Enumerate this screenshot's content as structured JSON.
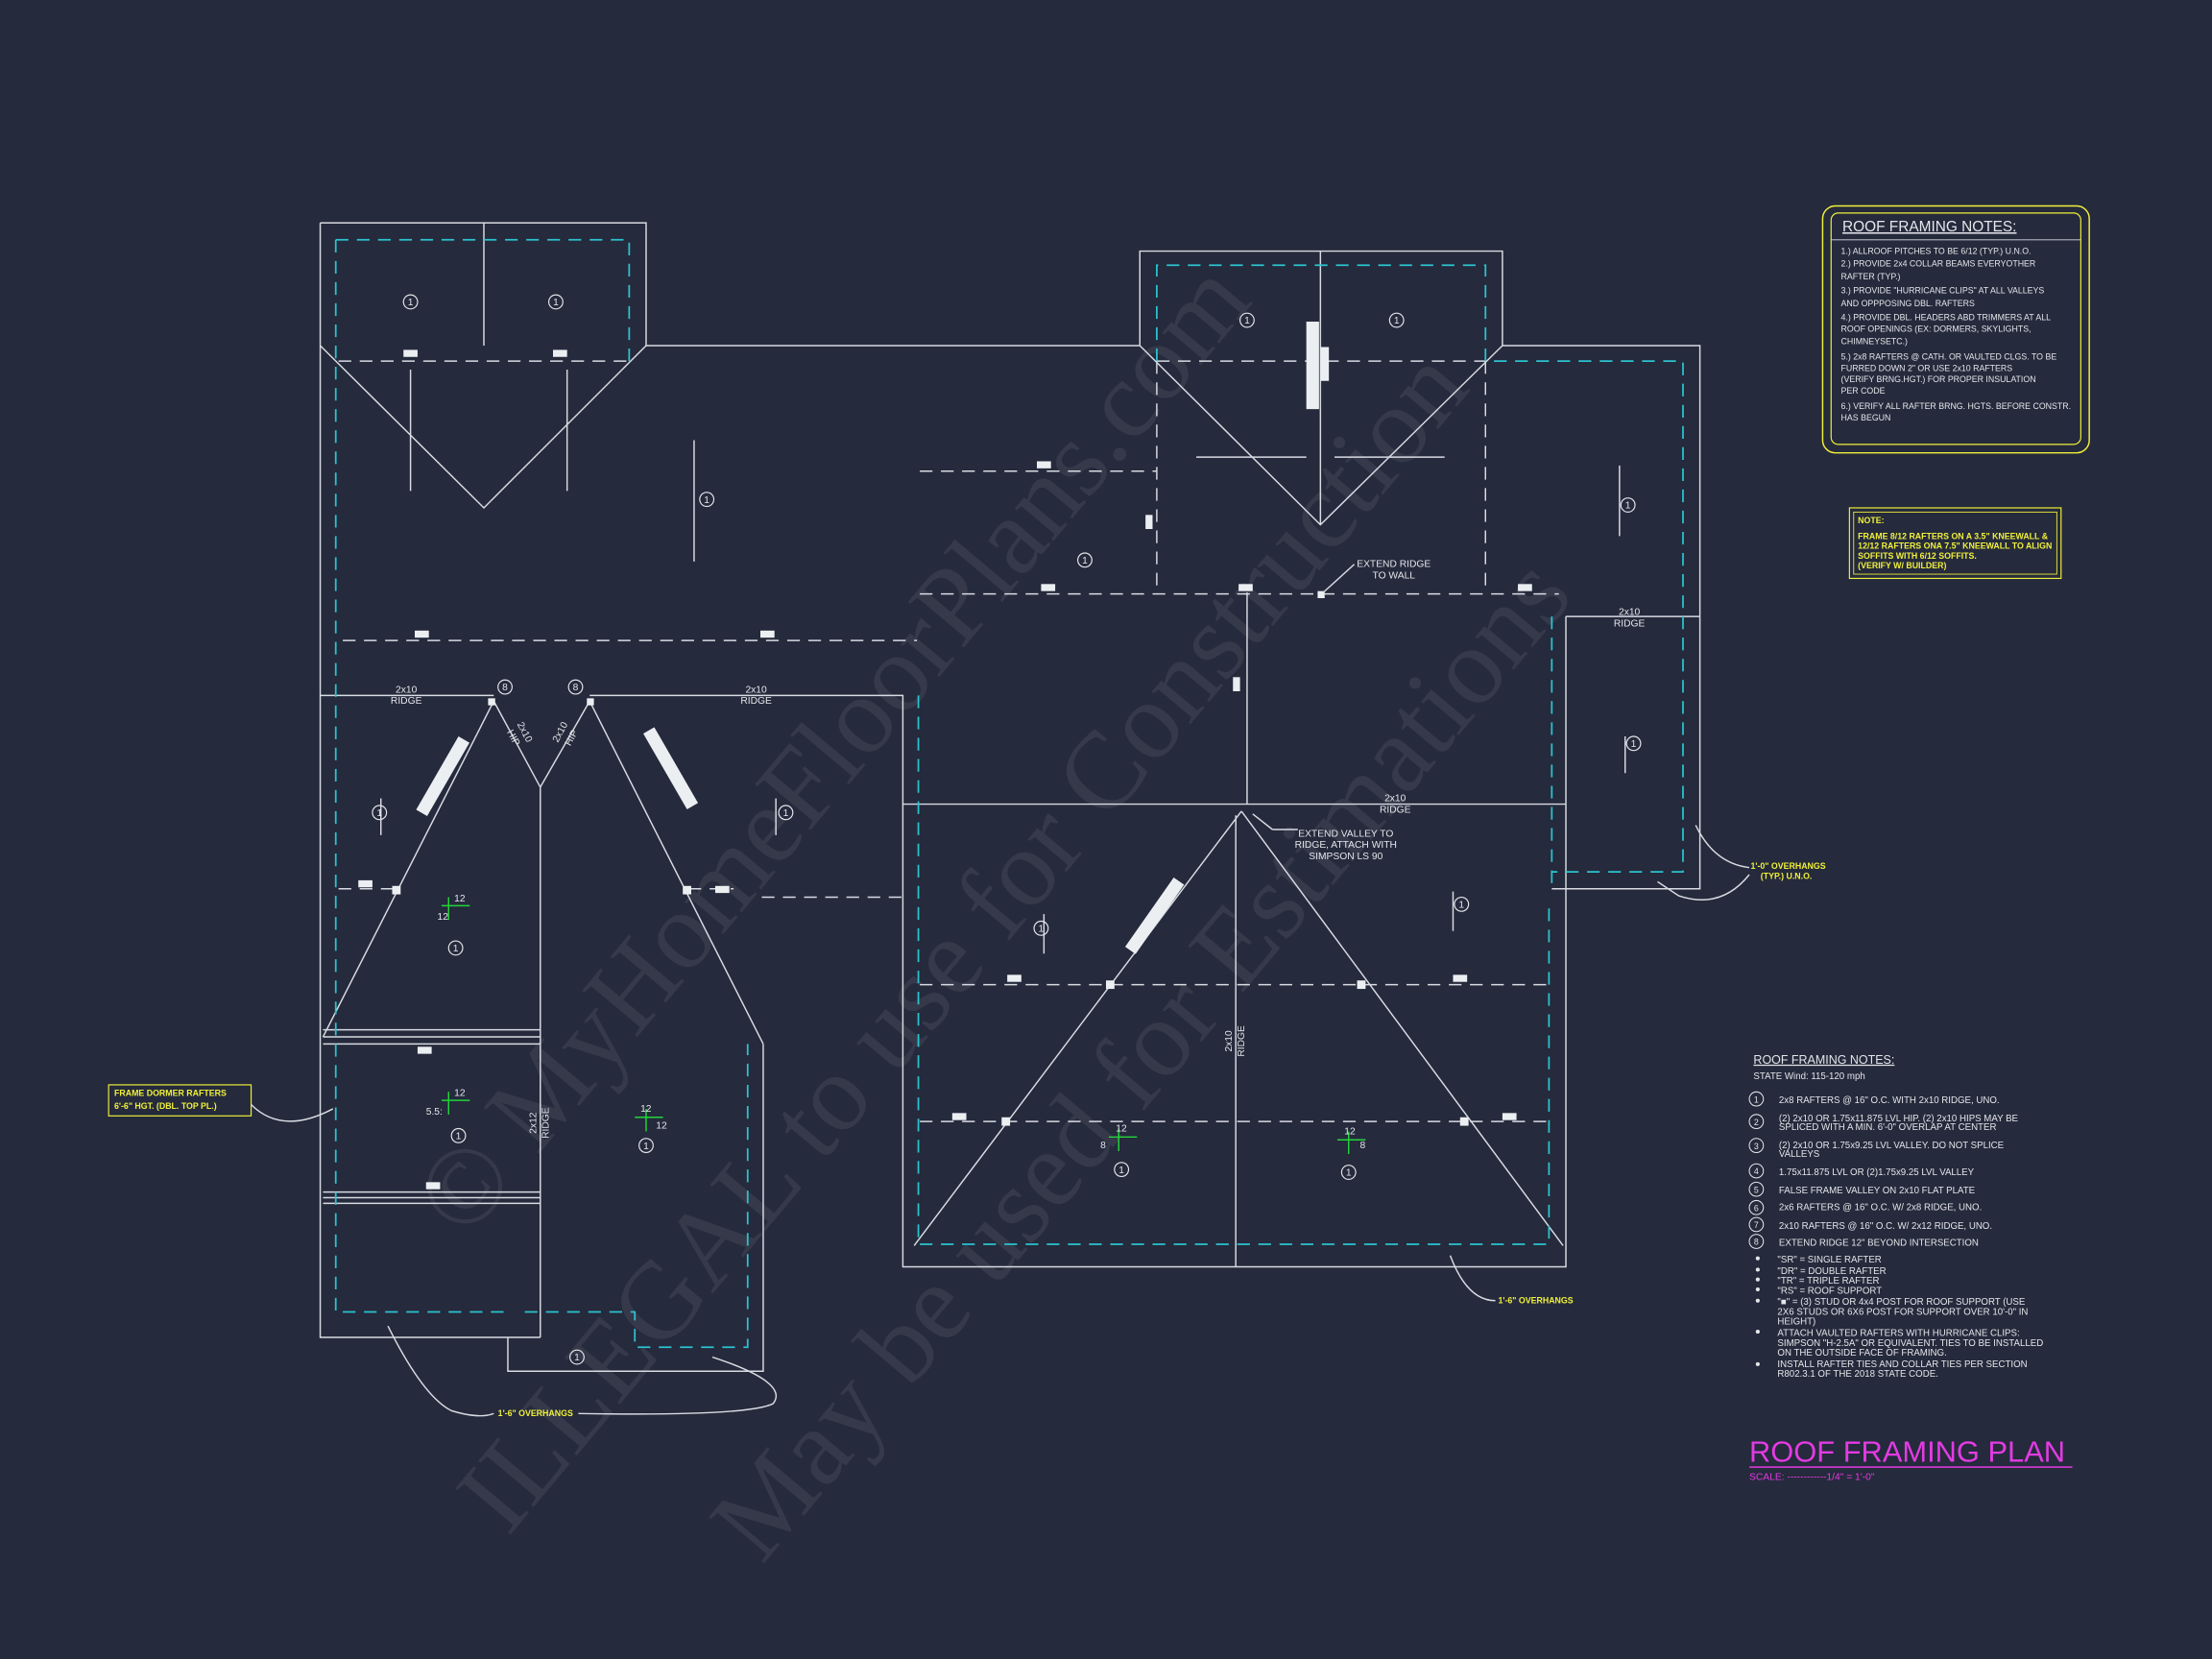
{
  "title": "ROOF FRAMING PLAN",
  "scale": "SCALE: ------------1/4\" = 1'-0\"",
  "colors": {
    "background": "#252a3c",
    "lines": "#d8dbe2",
    "overhang": "#2bc3cf",
    "pitch": "#22d43a",
    "notes": "#f0f03a",
    "title": "#e33be3"
  },
  "watermark": [
    "© MyHomeFloorPlans.com",
    "ILLEGAL to use for Construction",
    "May be used for Estimations"
  ],
  "labels": {
    "ridge_2x10": "2x10",
    "ridge": "RIDGE",
    "hip_2x10": "2x10",
    "hip": "HIP",
    "ridge_2x12": "2x12",
    "extend_ridge": [
      "EXTEND RIDGE",
      "TO WALL"
    ],
    "extend_valley": [
      "EXTEND VALLEY TO",
      "RIDGE, ATTACH WITH",
      "SIMPSON LS 90"
    ],
    "overhang_typ": [
      "1'-0\" OVERHANGS",
      "(TYP.) U.N.O."
    ],
    "overhang_18": "1'-6\" OVERHANGS",
    "dormer_note": [
      "FRAME DORMER RAFTERS",
      "6'-6\" HGT. (DBL. TOP PL.)"
    ],
    "pitch_12": "12",
    "pitch_8": "8",
    "pitch_55": "5.5:"
  },
  "markers": {
    "rafter": "1",
    "extend": "8"
  },
  "notes_box": {
    "heading": "ROOF FRAMING NOTES:",
    "lines": [
      "1.) ALLROOF PITCHES TO BE  6/12 (TYP.) U.N.O.",
      "2.) PROVIDE 2x4 COLLAR BEAMS EVERYOTHER",
      "     RAFTER (TYP.)",
      "3.) PROVIDE \"HURRICANE CLIPS\" AT ALL VALLEYS",
      "     AND OPPPOSING DBL. RAFTERS",
      "4.) PROVIDE DBL. HEADERS ABD TRIMMERS AT ALL",
      "     ROOF OPENINGS (EX: DORMERS, SKYLIGHTS,",
      "     CHIMNEYSETC.)",
      "5.) 2x8 RAFTERS @ CATH. OR VAULTED CLGS. TO BE",
      "     FURRED DOWN 2\" OR USE 2x10 RAFTERS",
      "     (VERIFY BRNG.HGT.) FOR PROPER INSULATION",
      "     PER CODE",
      "6.) VERIFY ALL RAFTER BRNG. HGTS. BEFORE CONSTR.",
      "     HAS BEGUN"
    ]
  },
  "note_box": {
    "heading": "NOTE:",
    "lines": [
      "FRAME 8/12 RAFTERS ON A 3.5\" KNEEWALL &",
      "12/12 RAFTERS ONA 7.5\" KNEEWALL TO ALIGN",
      "SOFFITS WITH 6/12 SOFFITS.",
      "(VERIFY W/ BUILDER)"
    ]
  },
  "legend": {
    "heading": "ROOF FRAMING NOTES:",
    "wind": "STATE Wind: 115-120 mph",
    "items": [
      {
        "num": "1",
        "lines": [
          "2x8 RAFTERS @ 16\" O.C. WITH 2x10 RIDGE, UNO."
        ]
      },
      {
        "num": "2",
        "lines": [
          "(2) 2x10 OR 1.75x11.875 LVL HIP. (2) 2x10 HIPS MAY BE",
          "SPLICED WITH A MIN. 6'-0\" OVERLAP AT CENTER"
        ]
      },
      {
        "num": "3",
        "lines": [
          "(2) 2x10 OR 1.75x9.25 LVL VALLEY. DO NOT SPLICE",
          "VALLEYS"
        ]
      },
      {
        "num": "4",
        "lines": [
          "1.75x11.875 LVL OR (2)1.75x9.25 LVL VALLEY"
        ]
      },
      {
        "num": "5",
        "lines": [
          "FALSE FRAME VALLEY ON 2x10 FLAT PLATE"
        ]
      },
      {
        "num": "6",
        "lines": [
          "2x6 RAFTERS @ 16\" O.C. W/ 2x8 RIDGE, UNO."
        ]
      },
      {
        "num": "7",
        "lines": [
          "2x10 RAFTERS @ 16\" O.C. W/ 2x12 RIDGE, UNO."
        ]
      },
      {
        "num": "8",
        "lines": [
          "EXTEND RIDGE 12\" BEYOND INTERSECTION"
        ]
      }
    ],
    "bullets": [
      [
        "\"SR\"  = SINGLE RAFTER"
      ],
      [
        "\"DR\" = DOUBLE RAFTER"
      ],
      [
        "\"TR\" = TRIPLE RAFTER"
      ],
      [
        "\"RS\" = ROOF SUPPORT"
      ],
      [
        "\"■\" = (3) STUD OR 4x4 POST FOR ROOF SUPPORT (USE",
        "2X6 STUDS OR 6X6 POST FOR SUPPORT OVER 10'-0\" IN",
        "HEIGHT)"
      ],
      [
        "ATTACH VAULTED RAFTERS WITH HURRICANE CLIPS:",
        "SIMPSON \"H-2.5A\" OR EQUIVALENT. TIES TO BE INSTALLED",
        "ON THE OUTSIDE FACE OF FRAMING."
      ],
      [
        "INSTALL RAFTER TIES AND COLLAR TIES PER SECTION",
        "R802.3.1 OF THE 2018 STATE CODE."
      ]
    ]
  }
}
